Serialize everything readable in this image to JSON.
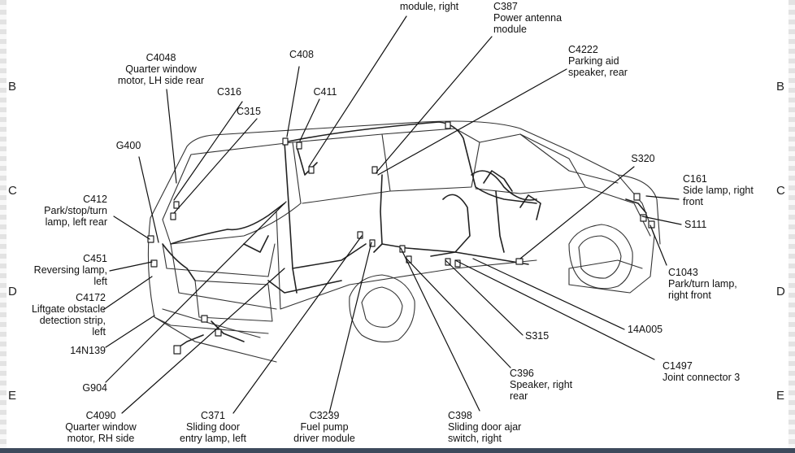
{
  "grid": {
    "rows_left": [
      "B",
      "C",
      "D",
      "E"
    ],
    "rows_right": [
      "B",
      "C",
      "D",
      "E"
    ]
  },
  "labels": {
    "top_cut": {
      "desc": "module, right"
    },
    "c387": {
      "code": "C387",
      "desc1": "Power antenna",
      "desc2": "module"
    },
    "c4222": {
      "code": "C4222",
      "desc1": "Parking aid",
      "desc2": "speaker, rear"
    },
    "c4048": {
      "code": "C4048",
      "desc1": "Quarter window",
      "desc2": "motor, LH side rear"
    },
    "c408": {
      "code": "C408"
    },
    "c316": {
      "code": "C316"
    },
    "c411": {
      "code": "C411"
    },
    "c315": {
      "code": "C315"
    },
    "g400": {
      "code": "G400"
    },
    "s320": {
      "code": "S320"
    },
    "c161": {
      "code": "C161",
      "desc1": "Side lamp, right",
      "desc2": "front"
    },
    "s111": {
      "code": "S111"
    },
    "c412": {
      "code": "C412",
      "desc1": "Park/stop/turn",
      "desc2": "lamp, left rear"
    },
    "c451": {
      "code": "C451",
      "desc1": "Reversing lamp,",
      "desc2": "left"
    },
    "c4172": {
      "code": "C4172",
      "desc1": "Liftgate obstacle",
      "desc2": "detection strip,",
      "desc3": "left"
    },
    "n14n139": {
      "code": "14N139"
    },
    "c1043": {
      "code": "C1043",
      "desc1": "Park/turn lamp,",
      "desc2": "right front"
    },
    "s315": {
      "code": "S315"
    },
    "n14a005": {
      "code": "14A005"
    },
    "c1497": {
      "code": "C1497",
      "desc1": "Joint connector 3"
    },
    "c396": {
      "code": "C396",
      "desc1": "Speaker, right",
      "desc2": "rear"
    },
    "g904": {
      "code": "G904"
    },
    "c4090": {
      "code": "C4090",
      "desc1": "Quarter window",
      "desc2": "motor, RH side"
    },
    "c371": {
      "code": "C371",
      "desc1": "Sliding door",
      "desc2": "entry lamp, left"
    },
    "c3239": {
      "code": "C3239",
      "desc1": "Fuel pump",
      "desc2": "driver module"
    },
    "c398": {
      "code": "C398",
      "desc1": "Sliding door ajar",
      "desc2": "switch, right"
    }
  }
}
